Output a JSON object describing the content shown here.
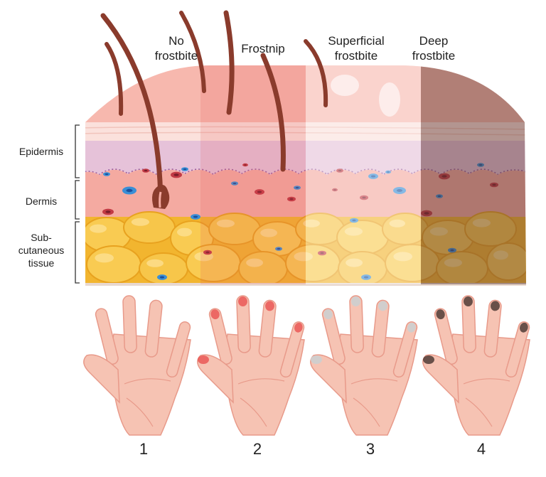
{
  "stages": [
    {
      "title_line1": "No",
      "title_line2": "frostbite",
      "number": "1"
    },
    {
      "title_line1": "",
      "title_line2": "Frostnip",
      "number": "2"
    },
    {
      "title_line1": "Superficial",
      "title_line2": "frostbite",
      "number": "3"
    },
    {
      "title_line1": "Deep",
      "title_line2": "frostbite",
      "number": "4"
    }
  ],
  "layers": {
    "epidermis": "Epidermis",
    "dermis": "Dermis",
    "subcutaneous_line1": "Sub-",
    "subcutaneous_line2": "cutaneous",
    "subcutaneous_line3": "tissue"
  },
  "colors": {
    "skin_top": "#f7b6ac",
    "dermis": "#f4a9a0",
    "epidermis_band": "#e9c4d8",
    "fat": "#f5bd3a",
    "hair": "#8a3b2c",
    "vessel_blue": "#3a8fd6",
    "vessel_red": "#c23a45",
    "hand_skin": "#f6c3b3",
    "frostnip_tint": "#e84a4a",
    "superficial_tint": "#cfcfcf",
    "deep_tint": "#3a2a25"
  }
}
